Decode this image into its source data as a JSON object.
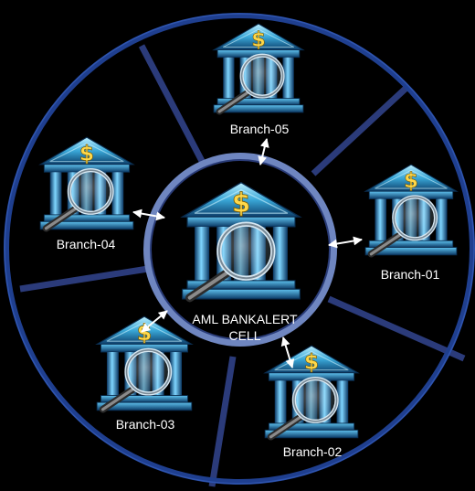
{
  "center": {
    "line1": "AML  BANKALERT",
    "line2": "CELL",
    "icon": "bank-magnifier-icon"
  },
  "branches": [
    {
      "label": "Branch-05",
      "icon": "bank-magnifier-icon"
    },
    {
      "label": "Branch-04",
      "icon": "bank-magnifier-icon"
    },
    {
      "label": "Branch-01",
      "icon": "bank-magnifier-icon"
    },
    {
      "label": "Branch-03",
      "icon": "bank-magnifier-icon"
    },
    {
      "label": "Branch-02",
      "icon": "bank-magnifier-icon"
    }
  ],
  "colors": {
    "background": "#000000",
    "outer_ring": "#1f3f8f",
    "spokes": "#2b3b7a",
    "inner_ring": "#6f86c0",
    "bank_light": "#9fe0ff",
    "bank_mid": "#3aa8d8",
    "bank_dark": "#0d3f6b",
    "dollar": "#ffd84a",
    "arrow": "#ffffff"
  }
}
